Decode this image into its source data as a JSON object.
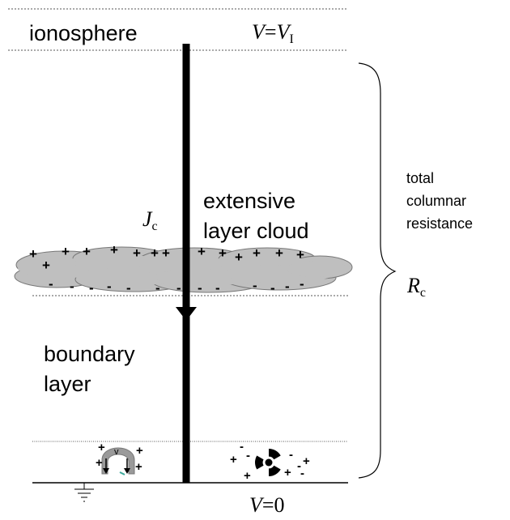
{
  "labels": {
    "ionosphere": "ionosphere",
    "v_top_prefix": "V",
    "v_top_eq": "=",
    "v_top_var": "V",
    "v_top_sub": "I",
    "cloud_line1": "extensive",
    "cloud_line2": "layer cloud",
    "current_var": "J",
    "current_sub": "c",
    "boundary_line1": "boundary",
    "boundary_line2": "layer",
    "resistance_line1": "total",
    "resistance_line2": "columnar",
    "resistance_line3": "resistance",
    "resistance_var": "R",
    "resistance_sub": "c",
    "v_bottom_var": "V",
    "v_bottom_value": "=0",
    "radioactive_symbol": "radioactive-symbol",
    "plant_symbol": "plant-symbol",
    "ground_symbol": "ground-symbol"
  },
  "charges": {
    "plus": "+",
    "minus": "-"
  },
  "colors": {
    "line": "#000000",
    "cloud_fill": "#bfbfbf",
    "dotted": "#555555",
    "plant_grey": "#9a9a9a",
    "plant_accent": "#3aa89a"
  }
}
